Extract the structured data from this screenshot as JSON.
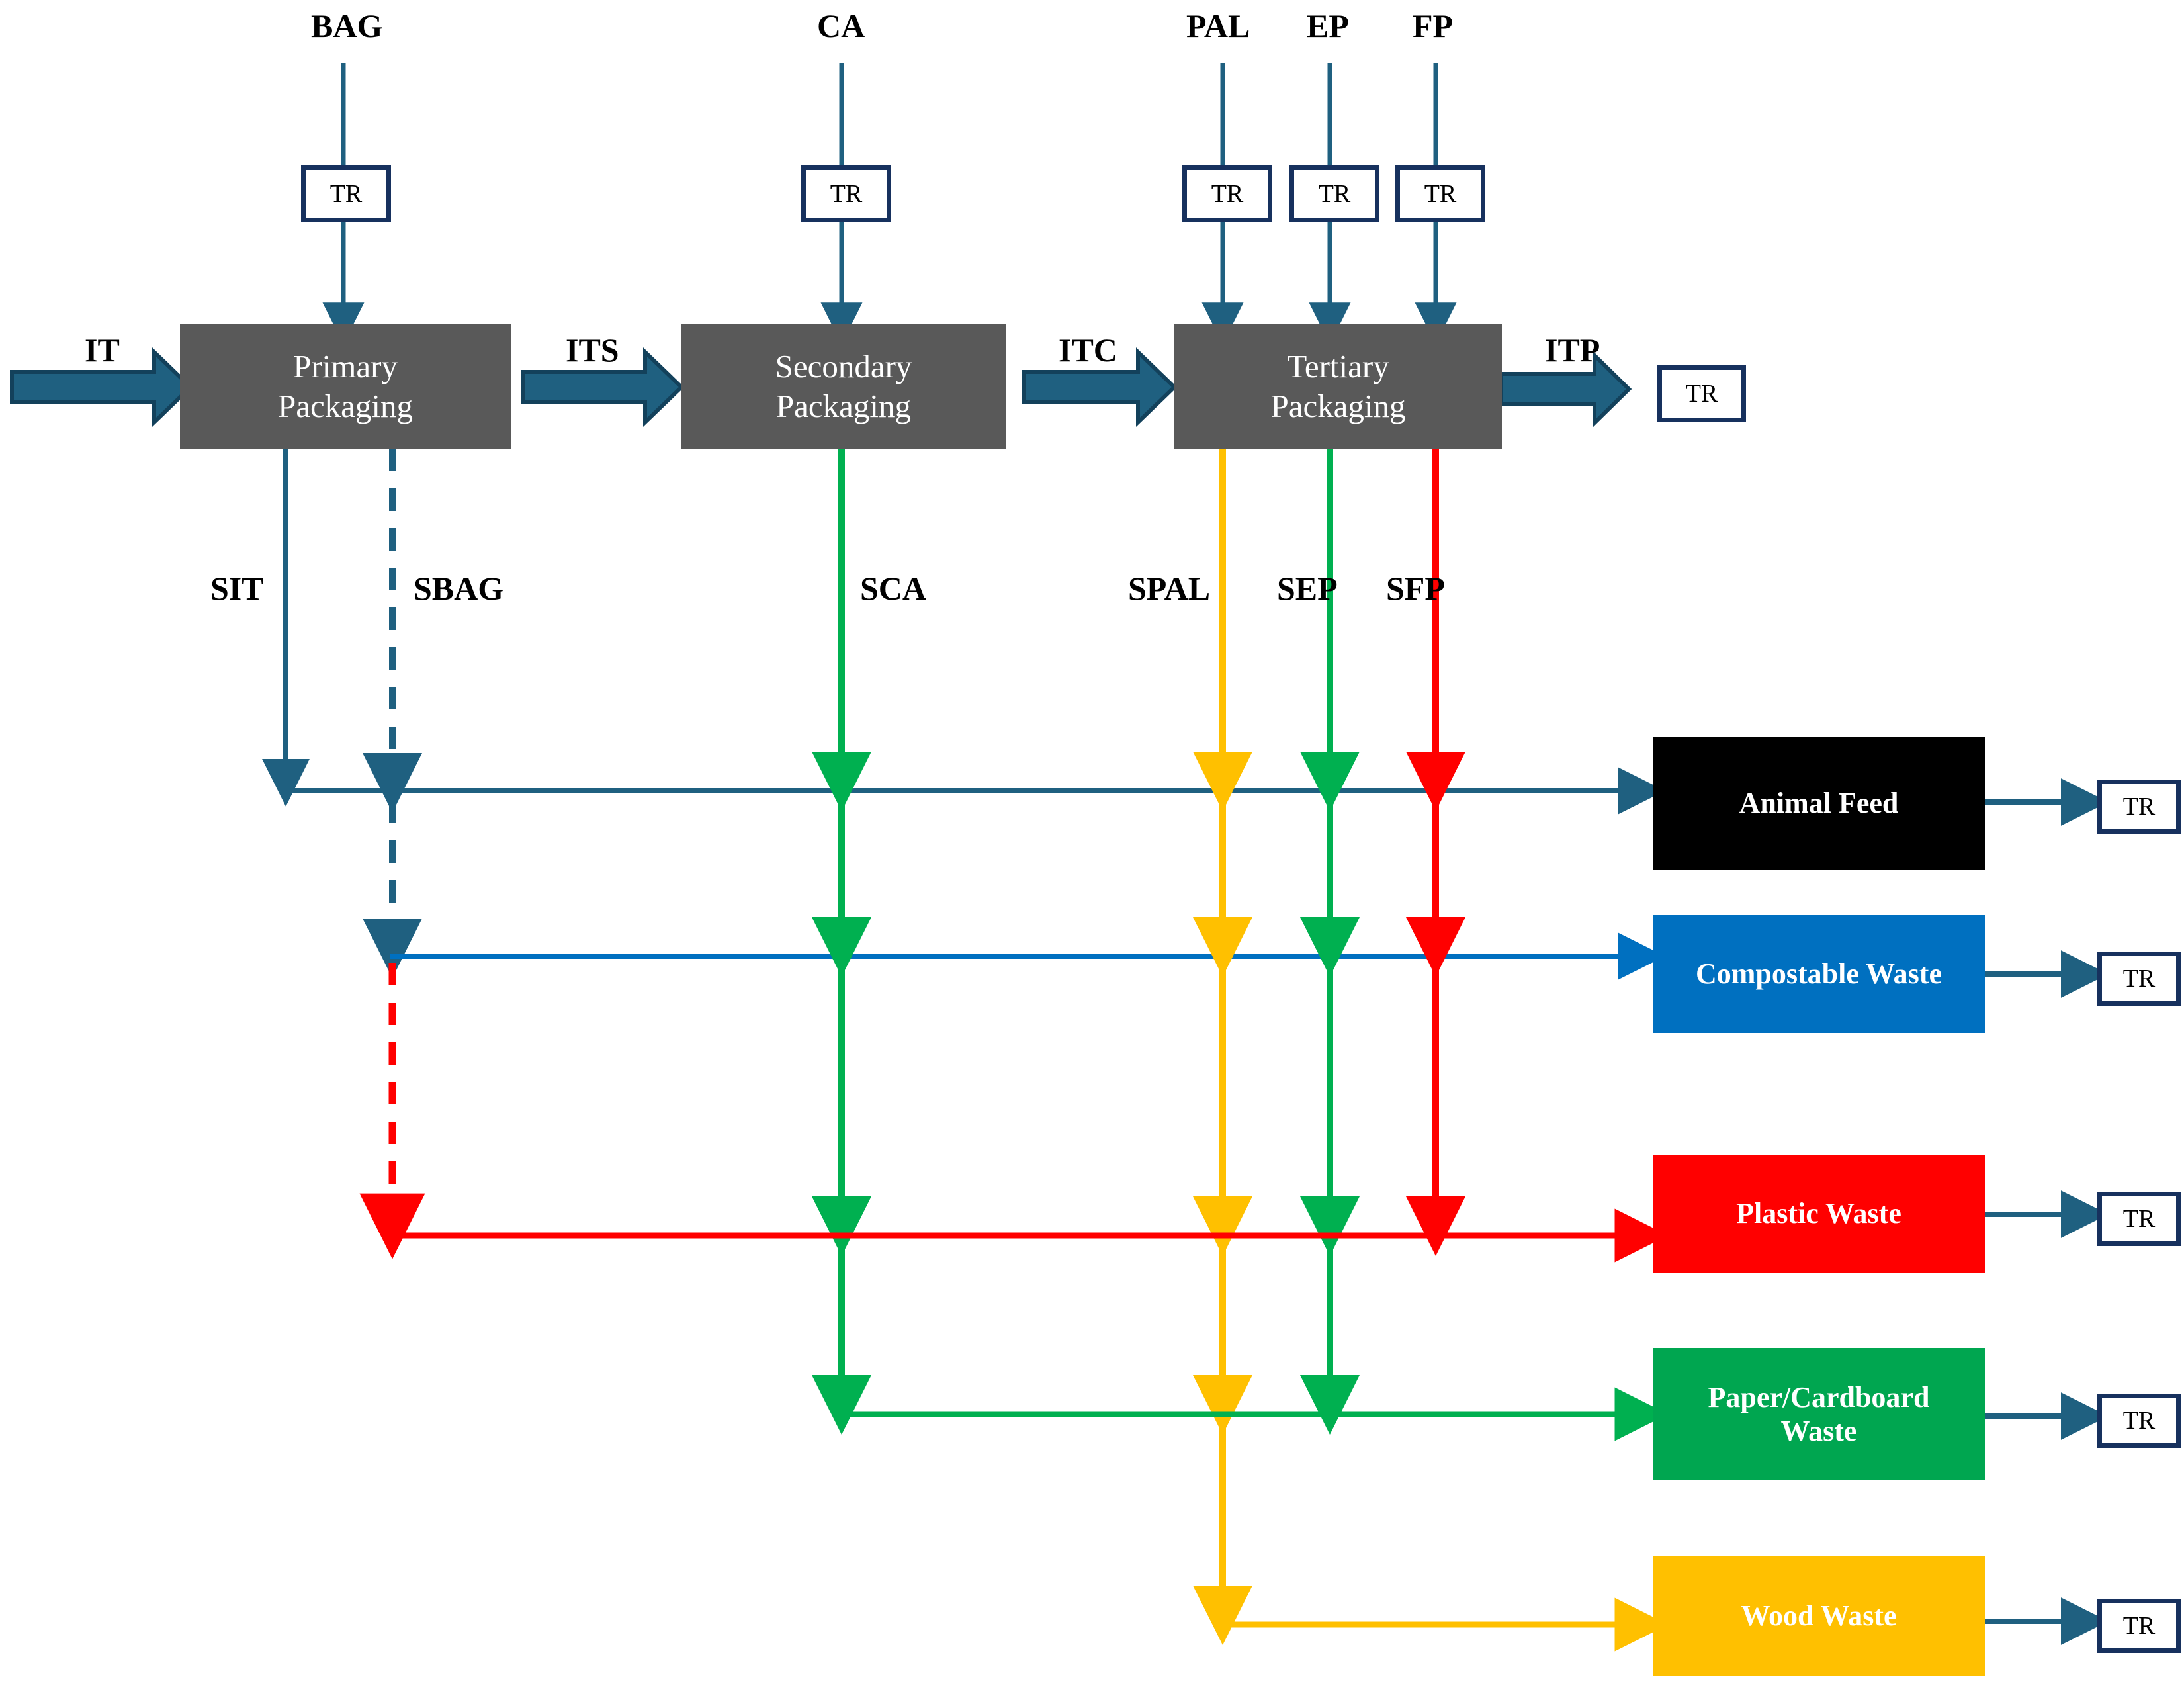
{
  "diagram": {
    "title": "Packaging and packaging-waste flow diagram",
    "type": "process-flow"
  },
  "colors": {
    "process_fill": "#595959",
    "teal_line": "#1F6080",
    "teal_arrow_dark": "#13415B",
    "navy_border": "#17315E",
    "animal_feed": "#000000",
    "compostable": "#0070C0",
    "plastic": "#FF0000",
    "paper": "#00A650",
    "wood": "#FFC000",
    "green_line": "#00B050",
    "red_line": "#FF0000",
    "yellow_line": "#FFC000",
    "blue_line": "#0070C0"
  },
  "inputs": {
    "main_input_label": "IT",
    "top_feeds": [
      {
        "label": "BAG",
        "tr": "TR"
      },
      {
        "label": "CA",
        "tr": "TR"
      },
      {
        "label": "PAL",
        "tr": "TR"
      },
      {
        "label": "EP",
        "tr": "TR"
      },
      {
        "label": "FP",
        "tr": "TR"
      }
    ]
  },
  "processes": [
    {
      "id": "primary",
      "line1": "Primary",
      "line2": "Packaging"
    },
    {
      "id": "secondary",
      "line1": "Secondary",
      "line2": "Packaging"
    },
    {
      "id": "tertiary",
      "line1": "Tertiary",
      "line2": "Packaging"
    }
  ],
  "inter_flows": [
    {
      "label": "ITS"
    },
    {
      "label": "ITC"
    },
    {
      "label": "ITP"
    }
  ],
  "output": {
    "label": "ITP",
    "tr": "TR"
  },
  "streams": [
    {
      "label": "SIT",
      "color": "#1F6080",
      "style": "solid"
    },
    {
      "label": "SBAG",
      "color": "#1F6080",
      "style": "dashed"
    },
    {
      "label": "SCA",
      "color": "#00B050",
      "style": "solid"
    },
    {
      "label": "SPAL",
      "color": "#FFC000",
      "style": "solid"
    },
    {
      "label": "SEP",
      "color": "#00B050",
      "style": "solid"
    },
    {
      "label": "SFP",
      "color": "#FF0000",
      "style": "solid"
    }
  ],
  "waste_destinations": [
    {
      "id": "animal-feed",
      "label": "Animal  Feed",
      "color": "#000000",
      "tr": "TR"
    },
    {
      "id": "compostable",
      "label": "Compostable Waste",
      "color": "#0070C0",
      "tr": "TR"
    },
    {
      "id": "plastic",
      "label": "Plastic Waste",
      "color": "#FF0000",
      "tr": "TR"
    },
    {
      "id": "paper",
      "label": "Paper/Cardboard\nWaste",
      "color": "#00A650",
      "tr": "TR",
      "line1": "Paper/Cardboard",
      "line2": "Waste"
    },
    {
      "id": "wood",
      "label": "Wood Waste",
      "color": "#FFC000",
      "tr": "TR"
    }
  ],
  "tr_label": "TR"
}
